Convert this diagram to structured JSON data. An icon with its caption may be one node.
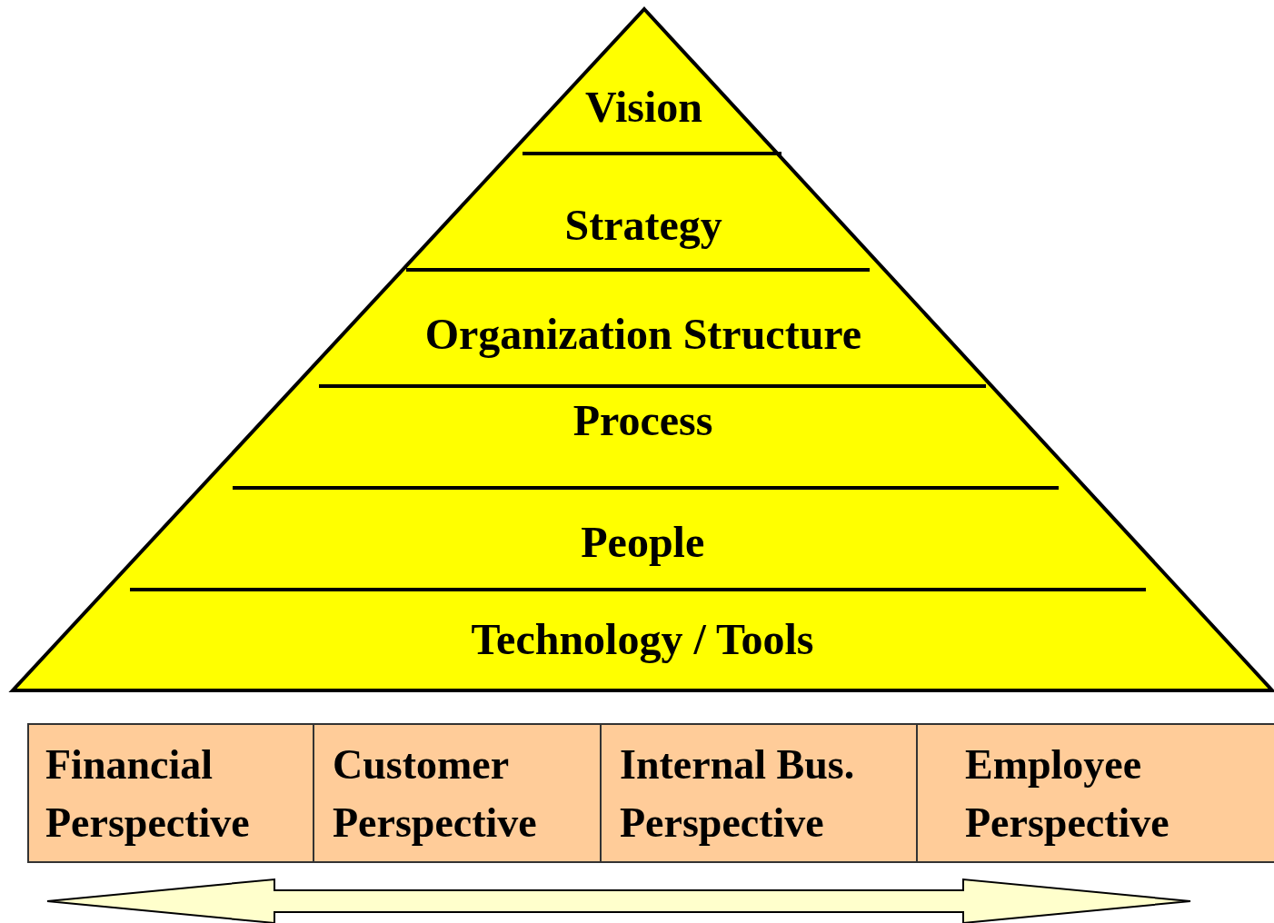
{
  "diagram": {
    "nodes": [
      {
        "text": [
          "Vision"
        ]
      },
      {
        "text": [
          "Strategy"
        ]
      },
      {
        "text": [
          "Organization Structure"
        ]
      },
      {
        "text": [
          "Process"
        ]
      },
      {
        "text": [
          "People"
        ]
      },
      {
        "text": [
          "Technology / Tools"
        ]
      },
      {
        "text": [
          "Financial Perspective"
        ]
      },
      {
        "text": [
          "Customer Perspective"
        ]
      },
      {
        "text": [
          "Internal Bus. Perspective"
        ]
      },
      {
        "text": [
          "Employee Perspective"
        ]
      }
    ],
    "edges": [
      {
        "from": 6,
        "to": 9,
        "arrow": "both"
      }
    ]
  }
}
